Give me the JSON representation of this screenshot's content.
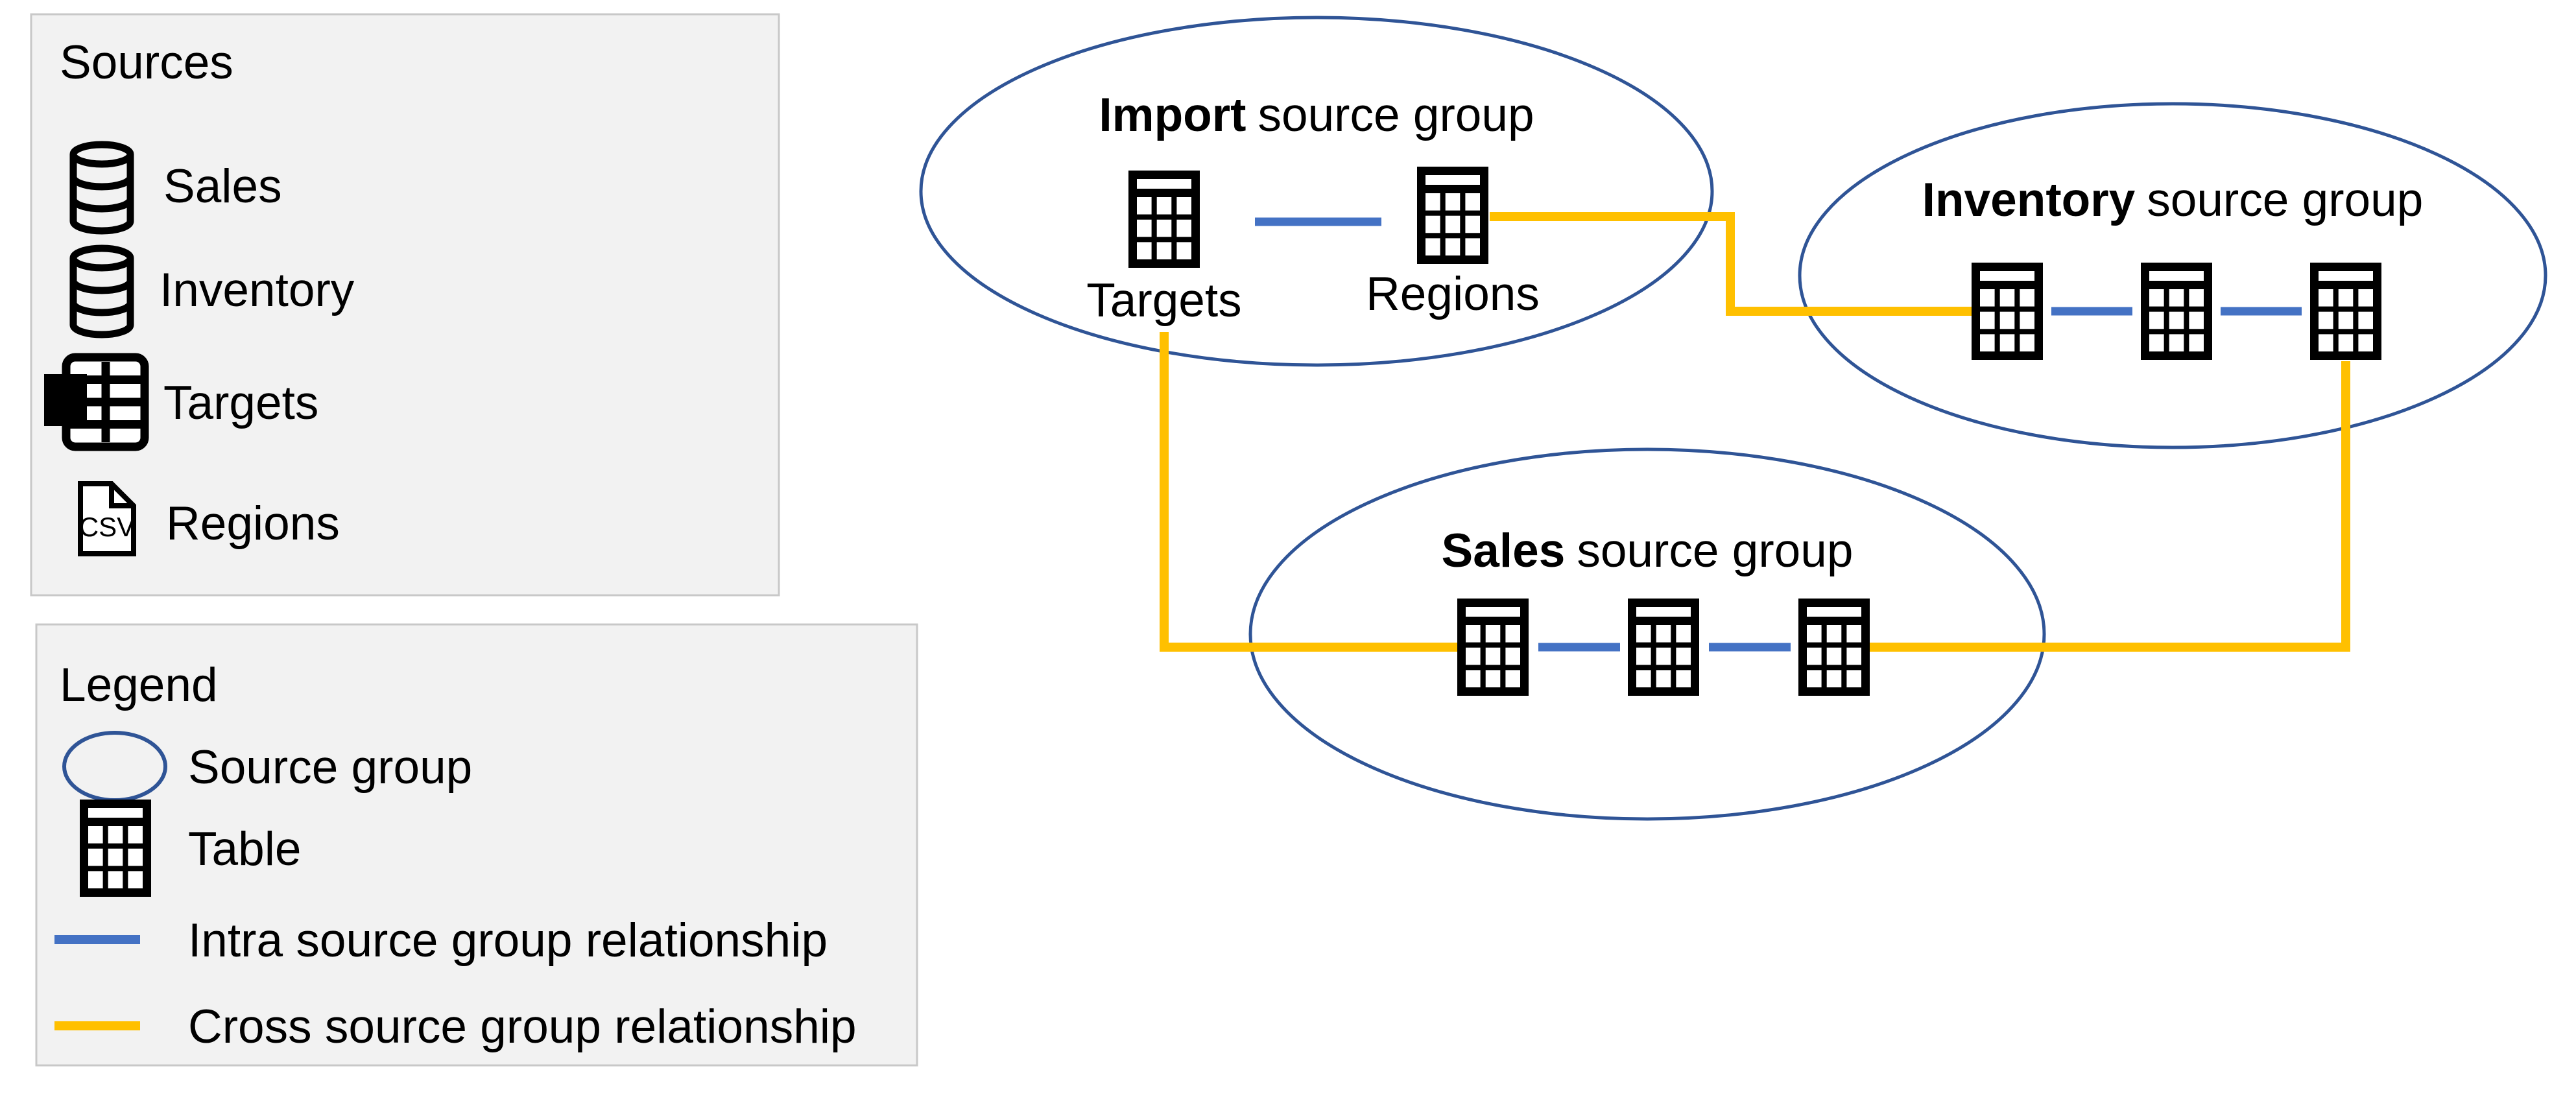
{
  "colors": {
    "background": "#FFFFFF",
    "panel_bg": "#F2F2F2",
    "panel_border": "#C8C8C8",
    "text": "#000000",
    "group_ellipse_stroke": "#2F5496",
    "intra_line": "#4472C4",
    "cross_line": "#FFC000",
    "icon_black": "#000000",
    "icon_white": "#FFFFFF"
  },
  "sources_panel": {
    "title": "Sources",
    "items": [
      {
        "icon": "database-icon",
        "label": "Sales"
      },
      {
        "icon": "database-icon",
        "label": "Inventory"
      },
      {
        "icon": "excel-workbook-icon",
        "icon_text": "X",
        "label": "Targets"
      },
      {
        "icon": "csv-file-icon",
        "icon_text": "CSV",
        "label": "Regions"
      }
    ]
  },
  "legend_panel": {
    "title": "Legend",
    "items": [
      {
        "symbol": "source-group-ellipse",
        "label": "Source group"
      },
      {
        "symbol": "table-icon",
        "label": "Table"
      },
      {
        "symbol": "intra-source-group-line",
        "label": "Intra source group relationship"
      },
      {
        "symbol": "cross-source-group-line",
        "label": "Cross source group relationship"
      }
    ]
  },
  "diagram": {
    "groups": [
      {
        "title_bold": "Import",
        "title_rest": "source group",
        "tables": [
          {
            "label": "Targets"
          },
          {
            "label": "Regions"
          }
        ]
      },
      {
        "title_bold": "Inventory",
        "title_rest": "source group",
        "tables": [
          {},
          {},
          {}
        ]
      },
      {
        "title_bold": "Sales",
        "title_rest": "source group",
        "tables": [
          {},
          {},
          {}
        ]
      }
    ]
  }
}
